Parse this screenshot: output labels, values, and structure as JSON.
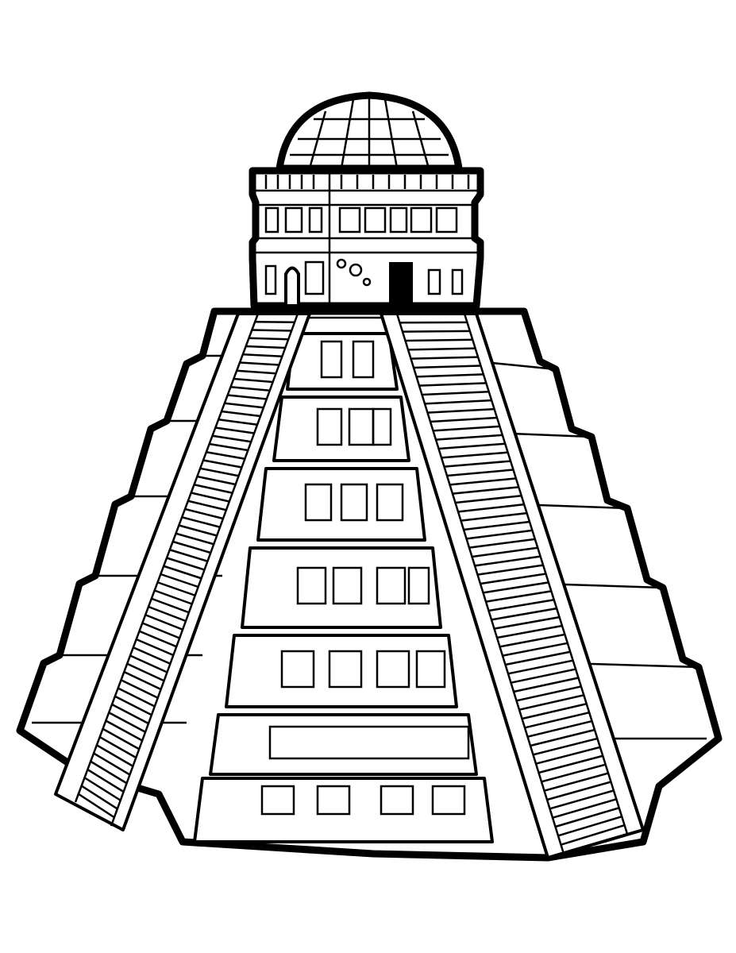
{
  "illustration": {
    "title": "Stepped pyramid with domed temple",
    "style": "black-and-white coloring page line art",
    "background_color": "#ffffff",
    "line_color": "#000000",
    "elements": {
      "dome": "ribbed dome with grid panels",
      "temple": "octagonal temple with glyph frieze, arched doorway, dark doorway",
      "pyramid": "stepped pyramid with stone block tiers",
      "staircases": [
        "left staircase",
        "right staircase"
      ],
      "tiers": 7
    }
  }
}
